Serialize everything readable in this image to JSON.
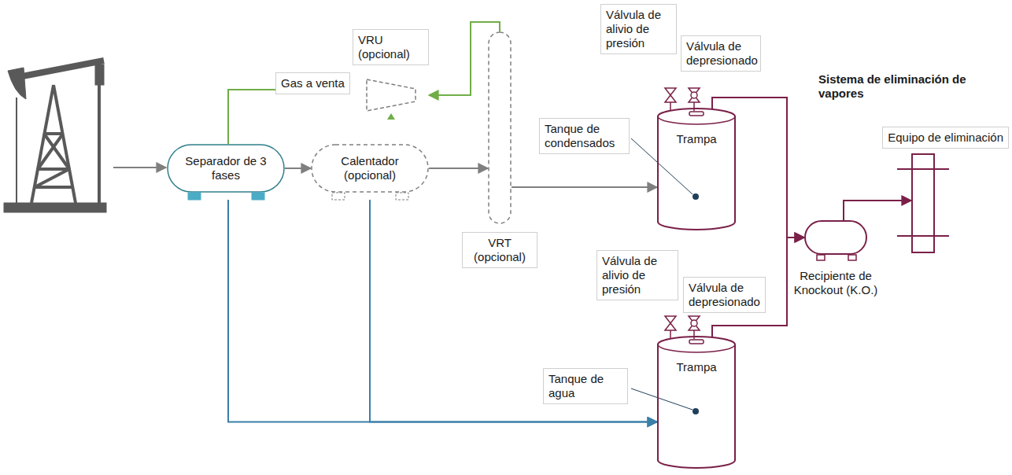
{
  "diagram": {
    "nodes": [
      {
        "text": [
          "Separador de 3 fases"
        ]
      },
      {
        "text": [
          "Gas a venta"
        ]
      },
      {
        "text": [
          "VRU (opcional)"
        ]
      },
      {
        "text": [
          "Calentador (opcional)"
        ]
      },
      {
        "text": [
          "VRT (opcional)"
        ]
      },
      {
        "text": [
          "Trampa"
        ]
      },
      {
        "text": [
          "Trampa"
        ]
      },
      {
        "text": [
          "Recipiente de Knockout (K.O.)"
        ]
      },
      {
        "text": [
          "Equipo de eliminación"
        ]
      }
    ],
    "edges": [
      {
        "from": 0,
        "to": 1,
        "arrow": "none"
      },
      {
        "from": 4,
        "to": 2,
        "arrow": "to"
      },
      {
        "from": 0,
        "to": 3,
        "arrow": "to"
      },
      {
        "from": 3,
        "to": 4,
        "arrow": "to"
      },
      {
        "from": 4,
        "to": 5,
        "arrow": "to"
      },
      {
        "from": 0,
        "to": 6,
        "arrow": "to"
      },
      {
        "from": 3,
        "to": 6,
        "arrow": "to"
      },
      {
        "from": 5,
        "to": 7,
        "arrow": "to"
      },
      {
        "from": 6,
        "to": 7,
        "arrow": "to"
      },
      {
        "from": 7,
        "to": 8,
        "arrow": "to"
      }
    ],
    "labels": [
      "Sistema de eliminación de vapores",
      "Tanque de condensados",
      "Tanque de agua",
      "Válvula de alivio de presión",
      "Válvula de depresionado",
      "Válvula de alivio de presión",
      "Válvula de depresionado"
    ]
  }
}
